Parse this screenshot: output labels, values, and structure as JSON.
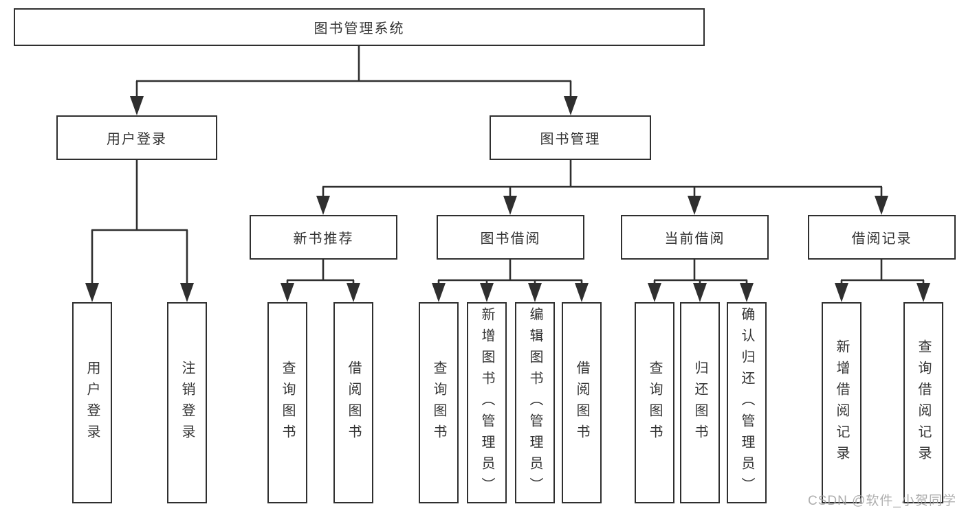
{
  "tree": {
    "root": "图书管理系统",
    "branches": [
      {
        "label": "用户登录",
        "children": [
          "用户登录",
          "注销登录"
        ]
      },
      {
        "label": "图书管理",
        "sections": [
          {
            "label": "新书推荐",
            "children": [
              "查询图书",
              "借阅图书"
            ]
          },
          {
            "label": "图书借阅",
            "children": [
              "查询图书",
              "新增图书（管理员）",
              "编辑图书（管理员）",
              "借阅图书"
            ]
          },
          {
            "label": "当前借阅",
            "children": [
              "查询图书",
              "归还图书",
              "确认归还（管理员）"
            ]
          },
          {
            "label": "借阅记录",
            "children": [
              "新增借阅记录",
              "查询借阅记录"
            ]
          }
        ]
      }
    ]
  },
  "watermark": "CSDN @软件_小贺同学",
  "colors": {
    "line": "#2f2f2f",
    "border": "#2f2f2f",
    "text": "#333333",
    "watermark": "#a0a0a0",
    "background": "#ffffff"
  }
}
